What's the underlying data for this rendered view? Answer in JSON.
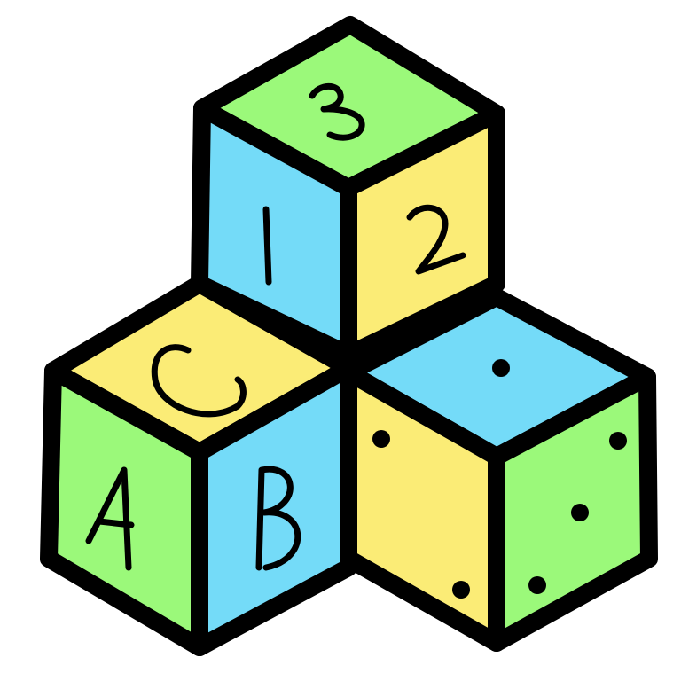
{
  "colors": {
    "green": "#9BF97A",
    "blue": "#74DBF8",
    "yellow": "#FBEC76",
    "outline": "#000000",
    "background": "#FFFFFF"
  },
  "blocks": {
    "top": {
      "top_label": "3",
      "left_label": "1",
      "right_label": "2"
    },
    "left": {
      "top_label": "C",
      "left_label": "A",
      "right_label": "B"
    },
    "right": {
      "top_pips": 1,
      "left_pips": 2,
      "right_pips": 3
    }
  }
}
